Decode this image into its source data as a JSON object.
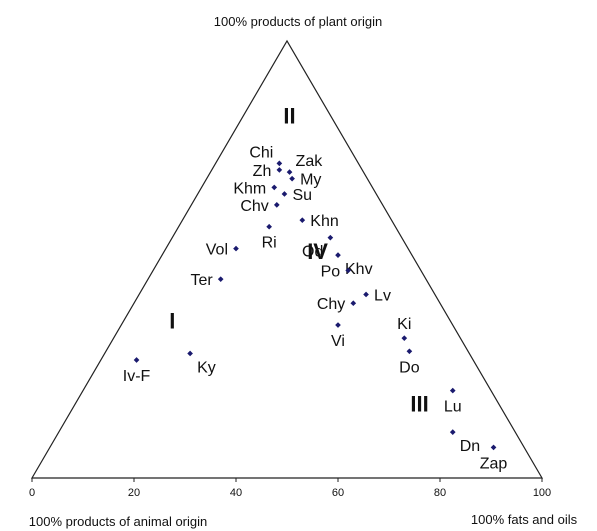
{
  "chart_data": {
    "type": "scatter",
    "subtype": "ternary",
    "corner_labels": {
      "top": "100% products of plant origin",
      "bottom_left": "100% products of animal origin",
      "bottom_right": "100% fats and oils"
    },
    "axis": {
      "ticks": [
        "0",
        "20",
        "40",
        "60",
        "80",
        "100"
      ],
      "range": [
        0,
        100
      ]
    },
    "grid": false,
    "legend": "none",
    "colors": {
      "points": "#1a1a6e",
      "frame": "#222222",
      "text": "#111111"
    },
    "zones": [
      {
        "label": "II",
        "x": 50.5,
        "y": 83
      },
      {
        "label": "I",
        "x": 27.5,
        "y": 36
      },
      {
        "label": "IV",
        "x": 56,
        "y": 52
      },
      {
        "label": "III",
        "x": 76,
        "y": 17
      }
    ],
    "points": [
      {
        "name": "Chi",
        "x": 48.5,
        "y": 72,
        "label_pos": "nw"
      },
      {
        "name": "Zh",
        "x": 48.5,
        "y": 70.5,
        "label_pos": "w"
      },
      {
        "name": "Zak",
        "x": 50.5,
        "y": 70,
        "label_pos": "ne"
      },
      {
        "name": "My",
        "x": 51,
        "y": 68.5,
        "label_pos": "e"
      },
      {
        "name": "Khm",
        "x": 47.5,
        "y": 66.5,
        "label_pos": "w"
      },
      {
        "name": "Su",
        "x": 49.5,
        "y": 65,
        "label_pos": "e"
      },
      {
        "name": "Chv",
        "x": 48,
        "y": 62.5,
        "label_pos": "w"
      },
      {
        "name": "Khn",
        "x": 53,
        "y": 59,
        "label_pos": "e"
      },
      {
        "name": "Ri",
        "x": 46.5,
        "y": 57.5,
        "label_pos": "s"
      },
      {
        "name": "Od",
        "x": 58.5,
        "y": 55,
        "label_pos": "sw"
      },
      {
        "name": "Vol",
        "x": 40,
        "y": 52.5,
        "label_pos": "w"
      },
      {
        "name": "Khv",
        "x": 60,
        "y": 51,
        "label_pos": "se"
      },
      {
        "name": "Po",
        "x": 62,
        "y": 47.5,
        "label_pos": "w"
      },
      {
        "name": "Ter",
        "x": 37,
        "y": 45.5,
        "label_pos": "w"
      },
      {
        "name": "Lv",
        "x": 65.5,
        "y": 42,
        "label_pos": "e"
      },
      {
        "name": "Chy",
        "x": 63,
        "y": 40,
        "label_pos": "w"
      },
      {
        "name": "Vi",
        "x": 60,
        "y": 35,
        "label_pos": "s"
      },
      {
        "name": "Ki",
        "x": 73,
        "y": 32,
        "label_pos": "n"
      },
      {
        "name": "Ky",
        "x": 31,
        "y": 28.5,
        "label_pos": "se"
      },
      {
        "name": "Do",
        "x": 74,
        "y": 29,
        "label_pos": "s"
      },
      {
        "name": "Iv-F",
        "x": 20.5,
        "y": 27,
        "label_pos": "s"
      },
      {
        "name": "Lu",
        "x": 82.5,
        "y": 20,
        "label_pos": "s"
      },
      {
        "name": "Dn",
        "x": 82.5,
        "y": 10.5,
        "label_pos": "se"
      },
      {
        "name": "Zap",
        "x": 90.5,
        "y": 7,
        "label_pos": "s"
      }
    ]
  }
}
